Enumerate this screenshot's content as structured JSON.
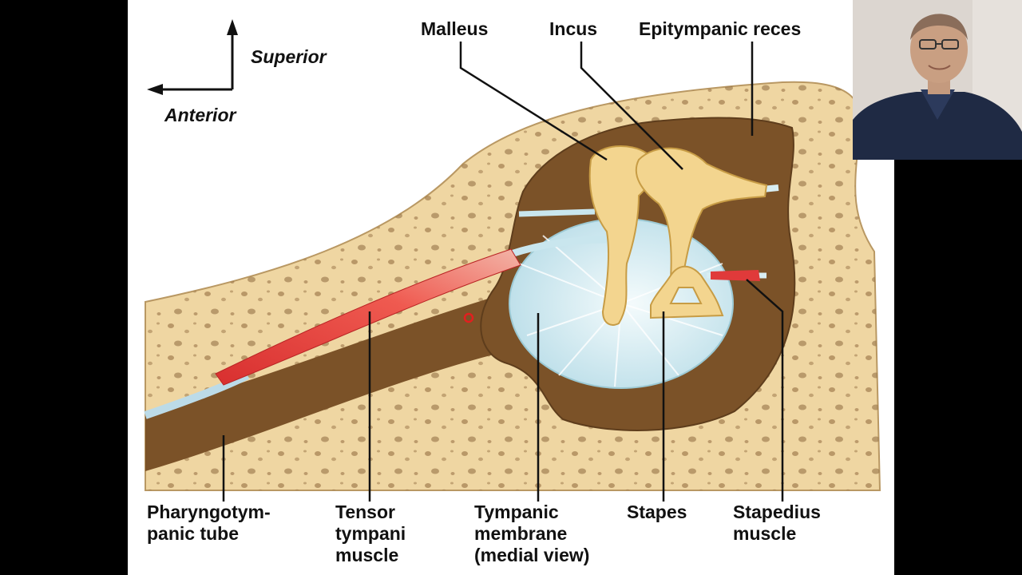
{
  "orientation": {
    "superior": "Superior",
    "anterior": "Anterior"
  },
  "labels": {
    "malleus": "Malleus",
    "incus": "Incus",
    "epitympanic_recess": "Epitympanic reces",
    "pharyngotympanic_tube": [
      "Pharyngotym-",
      "panic tube"
    ],
    "tensor_tympani": [
      "Tensor",
      "tympani",
      "muscle"
    ],
    "tympanic_membrane": [
      "Tympanic",
      "membrane",
      "(medial view)"
    ],
    "stapes": "Stapes",
    "stapedius": [
      "Stapedius",
      "muscle"
    ]
  },
  "colors": {
    "bone": "#efd6a2",
    "cavity": "#7b5228",
    "ossicle": "#f3d58f",
    "membrane": "#dceff3",
    "muscle": "#e03a3a",
    "background": "#000000",
    "slide": "#ffffff"
  },
  "webcam": {
    "icon": "presenter-video-icon"
  }
}
